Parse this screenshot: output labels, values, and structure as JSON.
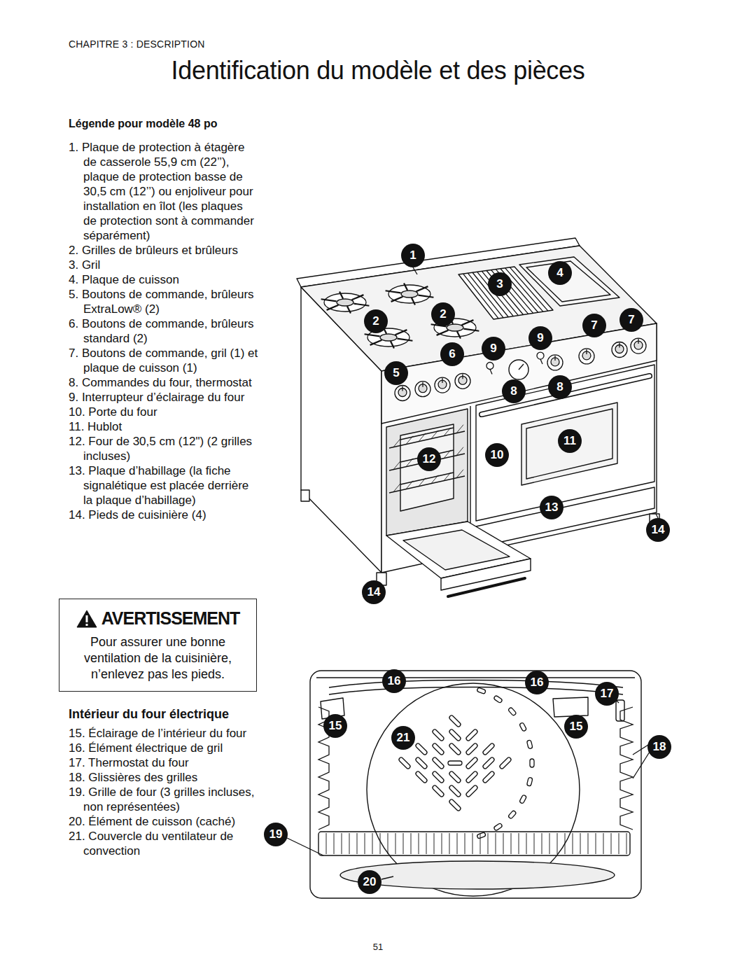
{
  "diagram": {
    "title": "Identification du modèle et des pièces",
    "nodes": [
      {
        "text": [
          "AVERTISSEMENT",
          "Pour assurer une bonne ventilation de la cuisinière, n’enlevez pas les pieds."
        ]
      },
      {
        "text": [
          "1"
        ]
      },
      {
        "text": [
          "4"
        ]
      },
      {
        "text": [
          "3"
        ]
      },
      {
        "text": [
          "2"
        ]
      },
      {
        "text": [
          "7"
        ]
      },
      {
        "text": [
          "2"
        ]
      },
      {
        "text": [
          "7"
        ]
      },
      {
        "text": [
          "9"
        ]
      },
      {
        "text": [
          "9"
        ]
      },
      {
        "text": [
          "6"
        ]
      },
      {
        "text": [
          "5"
        ]
      },
      {
        "text": [
          "8"
        ]
      },
      {
        "text": [
          "8"
        ]
      },
      {
        "text": [
          "11"
        ]
      },
      {
        "text": [
          "10"
        ]
      },
      {
        "text": [
          "12"
        ]
      },
      {
        "text": [
          "13"
        ]
      },
      {
        "text": [
          "14"
        ]
      },
      {
        "text": [
          "14"
        ]
      },
      {
        "text": [
          "16"
        ]
      },
      {
        "text": [
          "16"
        ]
      },
      {
        "text": [
          "17"
        ]
      },
      {
        "text": [
          "15"
        ]
      },
      {
        "text": [
          "15"
        ]
      },
      {
        "text": [
          "21"
        ]
      },
      {
        "text": [
          "18"
        ]
      },
      {
        "text": [
          "19"
        ]
      },
      {
        "text": [
          "20"
        ]
      }
    ],
    "labels": [
      "CHAPITRE 3 : DESCRIPTION",
      "Légende pour modèle 48 po",
      "1. Plaque de protection à étagère de casserole 55,9 cm (22’’), plaque de protection basse de 30,5 cm (12’’) ou enjoliveur pour installation en îlot (les plaques de protection sont à commander séparément)",
      "2. Grilles de brûleurs et brûleurs",
      "3. Gril",
      "4. Plaque de cuisson",
      "5. Boutons de commande, brûleurs ExtraLow® (2)",
      "6. Boutons de commande, brûleurs standard (2)",
      "7. Boutons de commande, gril (1) et plaque de cuisson (1)",
      "8. Commandes du four, thermostat",
      "9. Interrupteur d’éclairage du four",
      "10. Porte du four",
      "11. Hublot",
      "12. Four de 30,5 cm (12\") (2 grilles incluses)",
      "13. Plaque d’habillage (la fiche signalétique est placée derrière la plaque d’habillage)",
      "14. Pieds de cuisinière (4)",
      "Intérieur du four électrique",
      "15. Éclairage de l’intérieur du four",
      "16. Élément électrique de gril",
      "17. Thermostat du four",
      "18. Glissières des grilles",
      "19. Grille de four (3 grilles incluses, non représentées)",
      "20. Élément de cuisson (caché)",
      "21. Couvercle du ventilateur de convection",
      "51"
    ]
  }
}
